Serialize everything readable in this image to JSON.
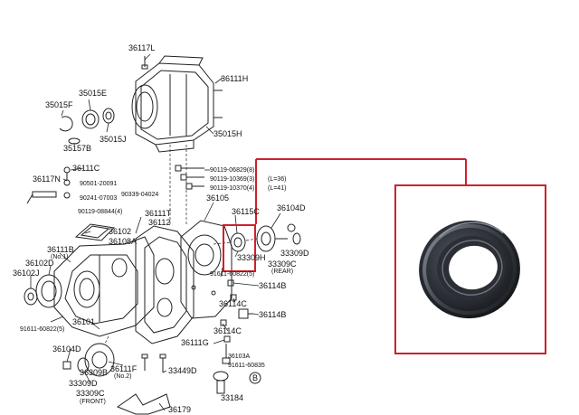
{
  "colors": {
    "highlight": "#d0202a",
    "ink": "#111111",
    "seal": "#2a2d33"
  },
  "labels": {
    "p36117L": "36117L",
    "p36111H": "36111H",
    "p35015E": "35015E",
    "p35015F": "35015F",
    "p35157B": "35157B",
    "p35015J": "35015J",
    "p35015H": "35015H",
    "p90119_06829": "90119-06829(8)",
    "p90119_10369": "90119-10369(3)",
    "p90119_10370": "90119-10370(4)",
    "l36": "(L=36)",
    "l41": "(L=41)",
    "p36111C": "36111C",
    "p36117N": "36117N",
    "p90501": "90501-20091",
    "p90241": "90241-07003",
    "p90339": "90339-04024",
    "p36105": "36105",
    "p90119_08844": "90119-08844(4)",
    "p36111T": "36111T",
    "p36112": "36112",
    "p36115C": "36115C",
    "p36104D_top": "36104D",
    "p36102": "36102",
    "p36108A": "36108A",
    "p36111B": "36111B",
    "no1": "(No.1)",
    "p36102D": "36102D",
    "p36102J": "36102J",
    "p33309H": "33309H",
    "p33309D": "33309D",
    "p33309C_rear": "33309C",
    "rear": "(REAR)",
    "p91611_60822_mid": "91611-60822(5)",
    "p36114B_a": "36114B",
    "p36114C_a": "36114C",
    "p36114B_b": "36114B",
    "p91611_60822_left": "91611-60822(5)",
    "p36101": "36101",
    "p36114C_b": "36114C",
    "p36111G": "36111G",
    "p36104D_bot": "36104D",
    "p36111F": "36111F",
    "no2": "(No.2)",
    "p33309D_bot": "33309D",
    "p36309B": "36309B",
    "p33309C_front": "33309C",
    "front": "(FRONT)",
    "p33449D": "33449D",
    "p36103A": "36103A",
    "p91611_60835": "91611-60835",
    "circleB": "B",
    "p33184": "33184",
    "p36179": "36179"
  }
}
